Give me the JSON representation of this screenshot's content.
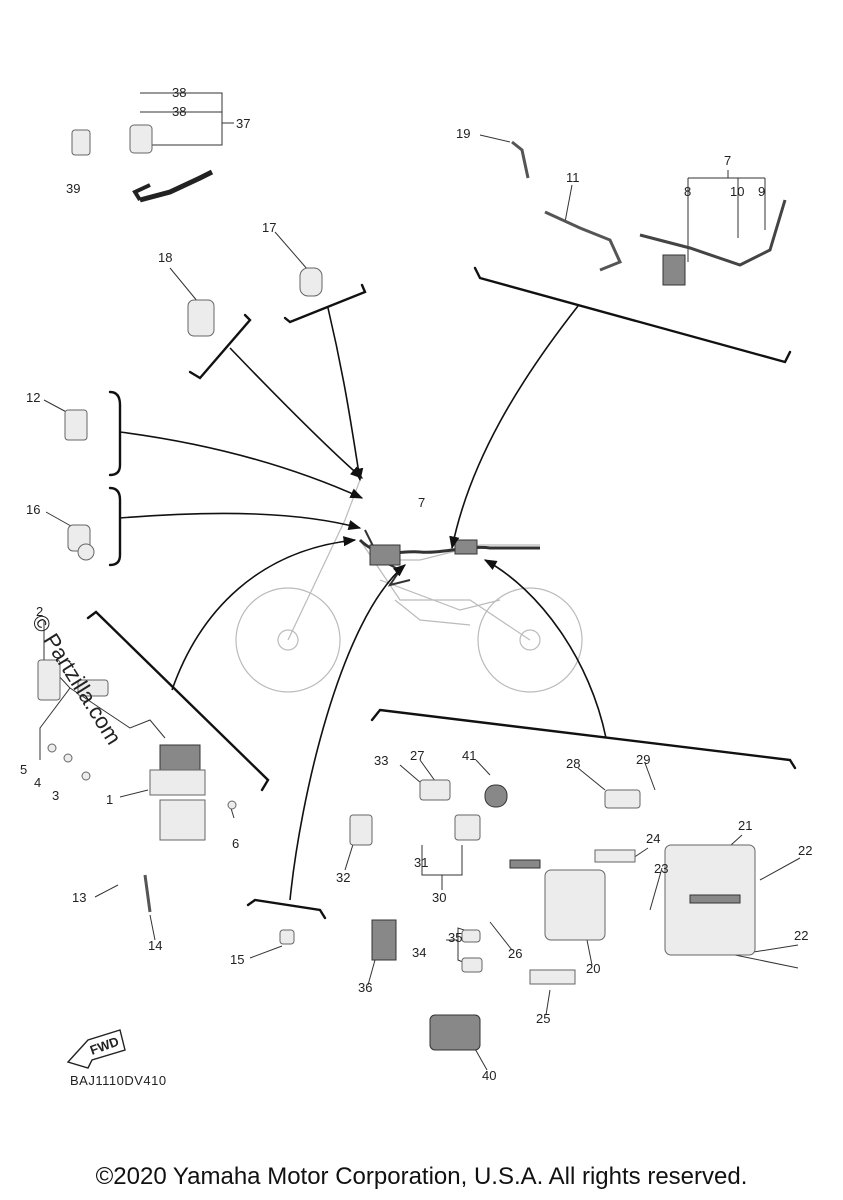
{
  "diagram": {
    "code": "BAJ1110DV410",
    "copyright": "©2020 Yamaha Motor Corporation, U.S.A. All rights reserved.",
    "watermark": "© Partzilla.com",
    "fwd_label": "FWD",
    "callouts": [
      "1",
      "2",
      "3",
      "4",
      "5",
      "6",
      "7",
      "8",
      "9",
      "10",
      "11",
      "12",
      "13",
      "14",
      "15",
      "16",
      "17",
      "18",
      "19",
      "20",
      "21",
      "22",
      "23",
      "24",
      "25",
      "26",
      "27",
      "28",
      "29",
      "30",
      "31",
      "32",
      "33",
      "34",
      "35",
      "36",
      "37",
      "38",
      "39",
      "40",
      "41"
    ]
  }
}
